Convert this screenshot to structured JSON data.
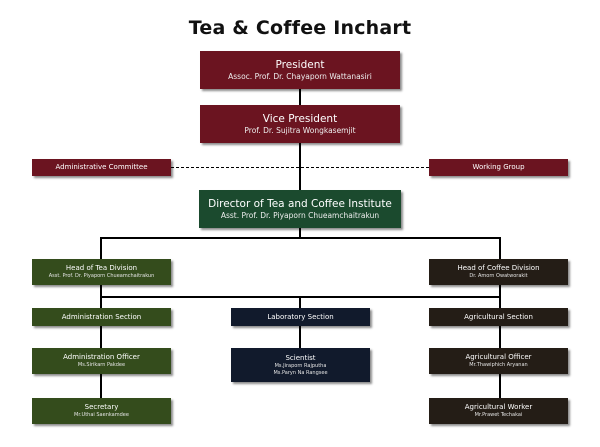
{
  "title": "Tea & Coffee Inchart",
  "colors": {
    "maroon": "#6b1420",
    "green": "#1b4a2e",
    "olive": "#344c1c",
    "dark": "#241d16",
    "navy": "#111a2c"
  },
  "president": {
    "title": "President",
    "name": "Assoc. Prof. Dr. Chayaporn Wattanasiri"
  },
  "vice_president": {
    "title": "Vice President",
    "name": "Prof. Dr. Sujitra Wongkasemjit"
  },
  "admin_committee": {
    "title": "Administrative Committee"
  },
  "working_group": {
    "title": "Working Group"
  },
  "director": {
    "title": "Director of Tea and Coffee Institute",
    "name": "Asst. Prof. Dr. Piyaporn Chueamchaitrakun"
  },
  "tea_head": {
    "title": "Head of Tea Division",
    "name": "Asst. Prof. Dr. Piyaporn Chueamchaitrakun"
  },
  "coffee_head": {
    "title": "Head of Coffee Division",
    "name": "Dr. Amorn Owatworakit"
  },
  "admin_section": {
    "title": "Administration Section"
  },
  "lab_section": {
    "title": "Laboratory Section"
  },
  "agri_section": {
    "title": "Agricultural Section"
  },
  "admin_officer": {
    "title": "Administration Officer",
    "name": "Ms.Sirikarn Pakdee"
  },
  "scientist": {
    "title": "Scientist",
    "names": [
      "Ms.Jiraporn Rajputha",
      "Ms.Paryn Na Rangsee"
    ]
  },
  "agri_officer": {
    "title": "Agricultural Officer",
    "name": "Mr.Thawiphich Aryanan"
  },
  "secretary": {
    "title": "Secretary",
    "name": "Mr.Uthai Saenkamdee"
  },
  "agri_worker": {
    "title": "Agricultural Worker",
    "name": "Mr.Prawet Techakai"
  }
}
